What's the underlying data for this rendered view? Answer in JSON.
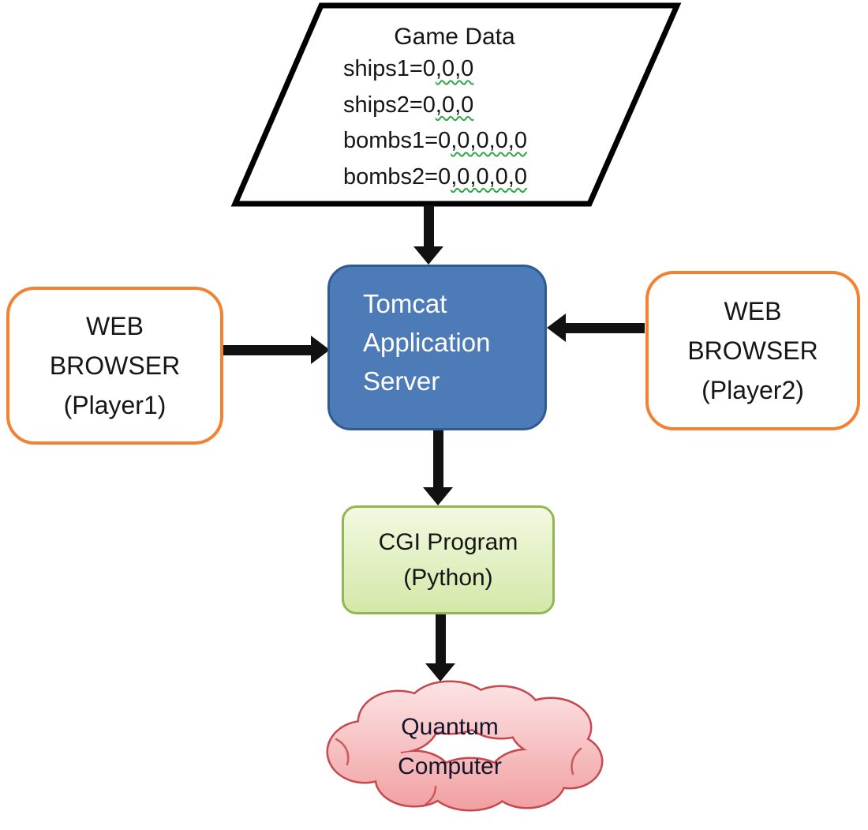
{
  "colors": {
    "arrow": "#111111",
    "parallelogram_border": "#000000",
    "tomcat_fill": "#4C7BB8",
    "tomcat_border": "#2F5B94",
    "browser_border": "#F28231",
    "cgi_border": "#94B553",
    "cgi_fill_top": "#F2F9E0",
    "cgi_fill_bottom": "#D4E8A9",
    "cloud_border": "#C5494F",
    "cloud_fill_top": "#FDE7E8",
    "cloud_fill_bottom": "#F09C9E",
    "spellcheck_wavy": "#2FA849"
  },
  "game_data": {
    "title": "Game Data",
    "lines": [
      {
        "prefix": "ships1=0",
        "underlined": ",0,0"
      },
      {
        "prefix": "ships2=0",
        "underlined": ",0,0"
      },
      {
        "prefix": "bombs1=0",
        "underlined": ",0,0,0,0"
      },
      {
        "prefix": "bombs2=0",
        "underlined": ",0,0,0,0"
      }
    ]
  },
  "nodes": {
    "tomcat": {
      "lines": [
        "Tomcat",
        "Application",
        "Server"
      ]
    },
    "browser1": {
      "lines": [
        "WEB",
        "BROWSER",
        "(Player1)"
      ]
    },
    "browser2": {
      "lines": [
        "WEB",
        "BROWSER",
        "(Player2)"
      ]
    },
    "cgi": {
      "lines": [
        "CGI Program",
        "(Python)"
      ]
    },
    "quantum": {
      "lines": [
        "Quantum",
        "Computer"
      ]
    }
  }
}
